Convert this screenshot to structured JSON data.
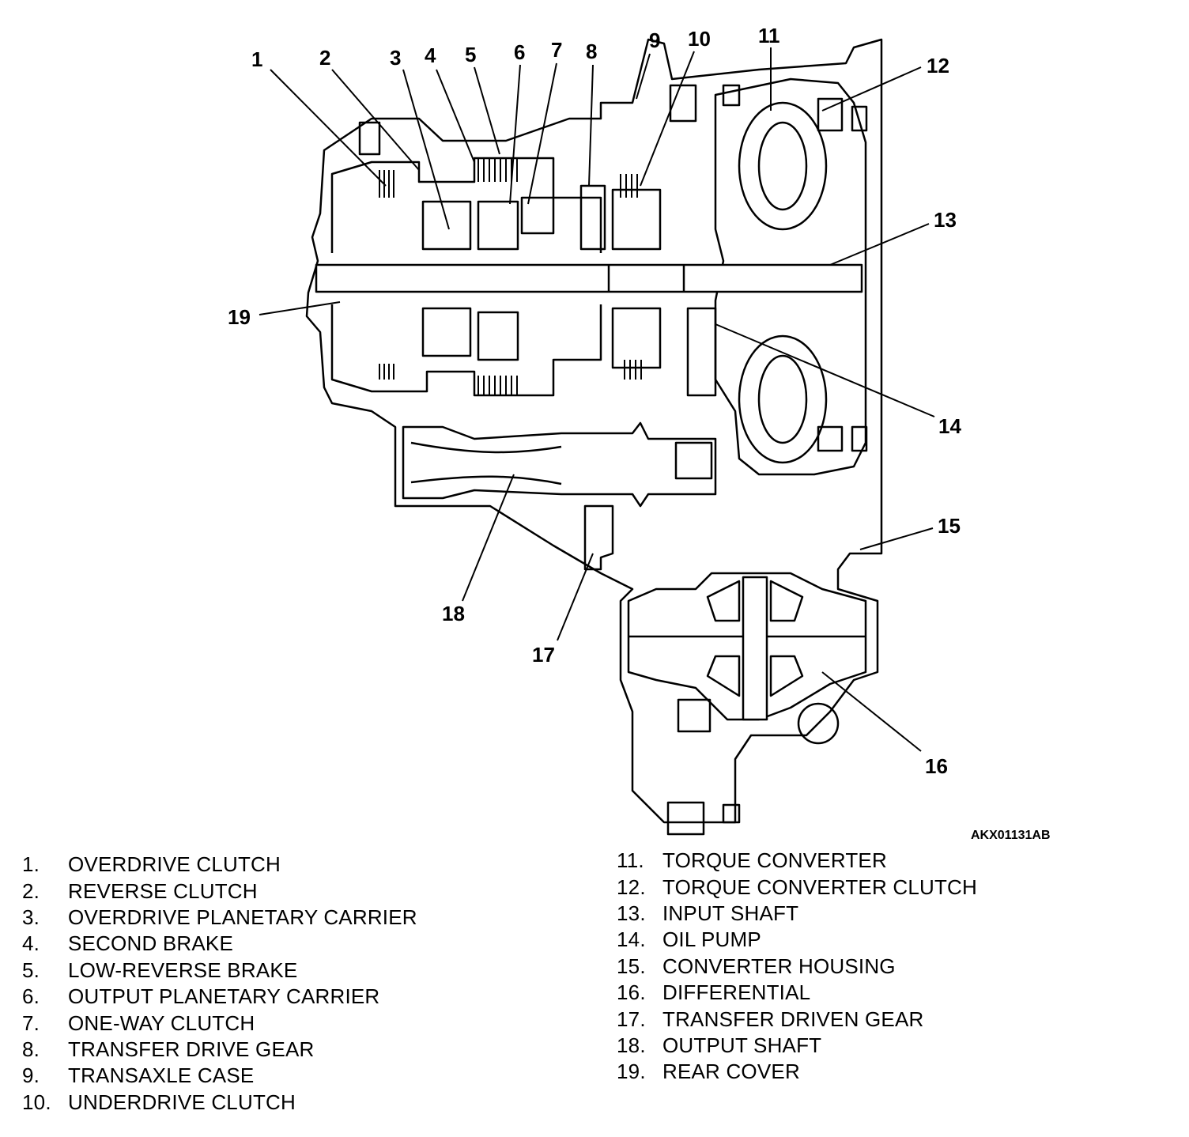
{
  "figure_code": "AKX01131AB",
  "callouts": [
    "1",
    "2",
    "3",
    "4",
    "5",
    "6",
    "7",
    "8",
    "9",
    "10",
    "11",
    "12",
    "13",
    "14",
    "15",
    "16",
    "17",
    "18",
    "19"
  ],
  "legend_left": [
    {
      "num": "1.",
      "label": "OVERDRIVE CLUTCH"
    },
    {
      "num": "2.",
      "label": "REVERSE CLUTCH"
    },
    {
      "num": "3.",
      "label": "OVERDRIVE PLANETARY CARRIER"
    },
    {
      "num": "4.",
      "label": "SECOND BRAKE"
    },
    {
      "num": "5.",
      "label": "LOW-REVERSE BRAKE"
    },
    {
      "num": "6.",
      "label": "OUTPUT PLANETARY CARRIER"
    },
    {
      "num": "7.",
      "label": "ONE-WAY CLUTCH"
    },
    {
      "num": "8.",
      "label": "TRANSFER DRIVE GEAR"
    },
    {
      "num": "9.",
      "label": "TRANSAXLE CASE"
    },
    {
      "num": "10.",
      "label": "UNDERDRIVE CLUTCH"
    }
  ],
  "legend_right": [
    {
      "num": "11.",
      "label": "TORQUE CONVERTER"
    },
    {
      "num": "12.",
      "label": "TORQUE CONVERTER CLUTCH"
    },
    {
      "num": "13.",
      "label": "INPUT SHAFT"
    },
    {
      "num": "14.",
      "label": "OIL PUMP"
    },
    {
      "num": "15.",
      "label": "CONVERTER HOUSING"
    },
    {
      "num": "16.",
      "label": "DIFFERENTIAL"
    },
    {
      "num": "17.",
      "label": "TRANSFER DRIVEN GEAR"
    },
    {
      "num": "18.",
      "label": "OUTPUT SHAFT"
    },
    {
      "num": "19.",
      "label": "REAR COVER"
    }
  ]
}
